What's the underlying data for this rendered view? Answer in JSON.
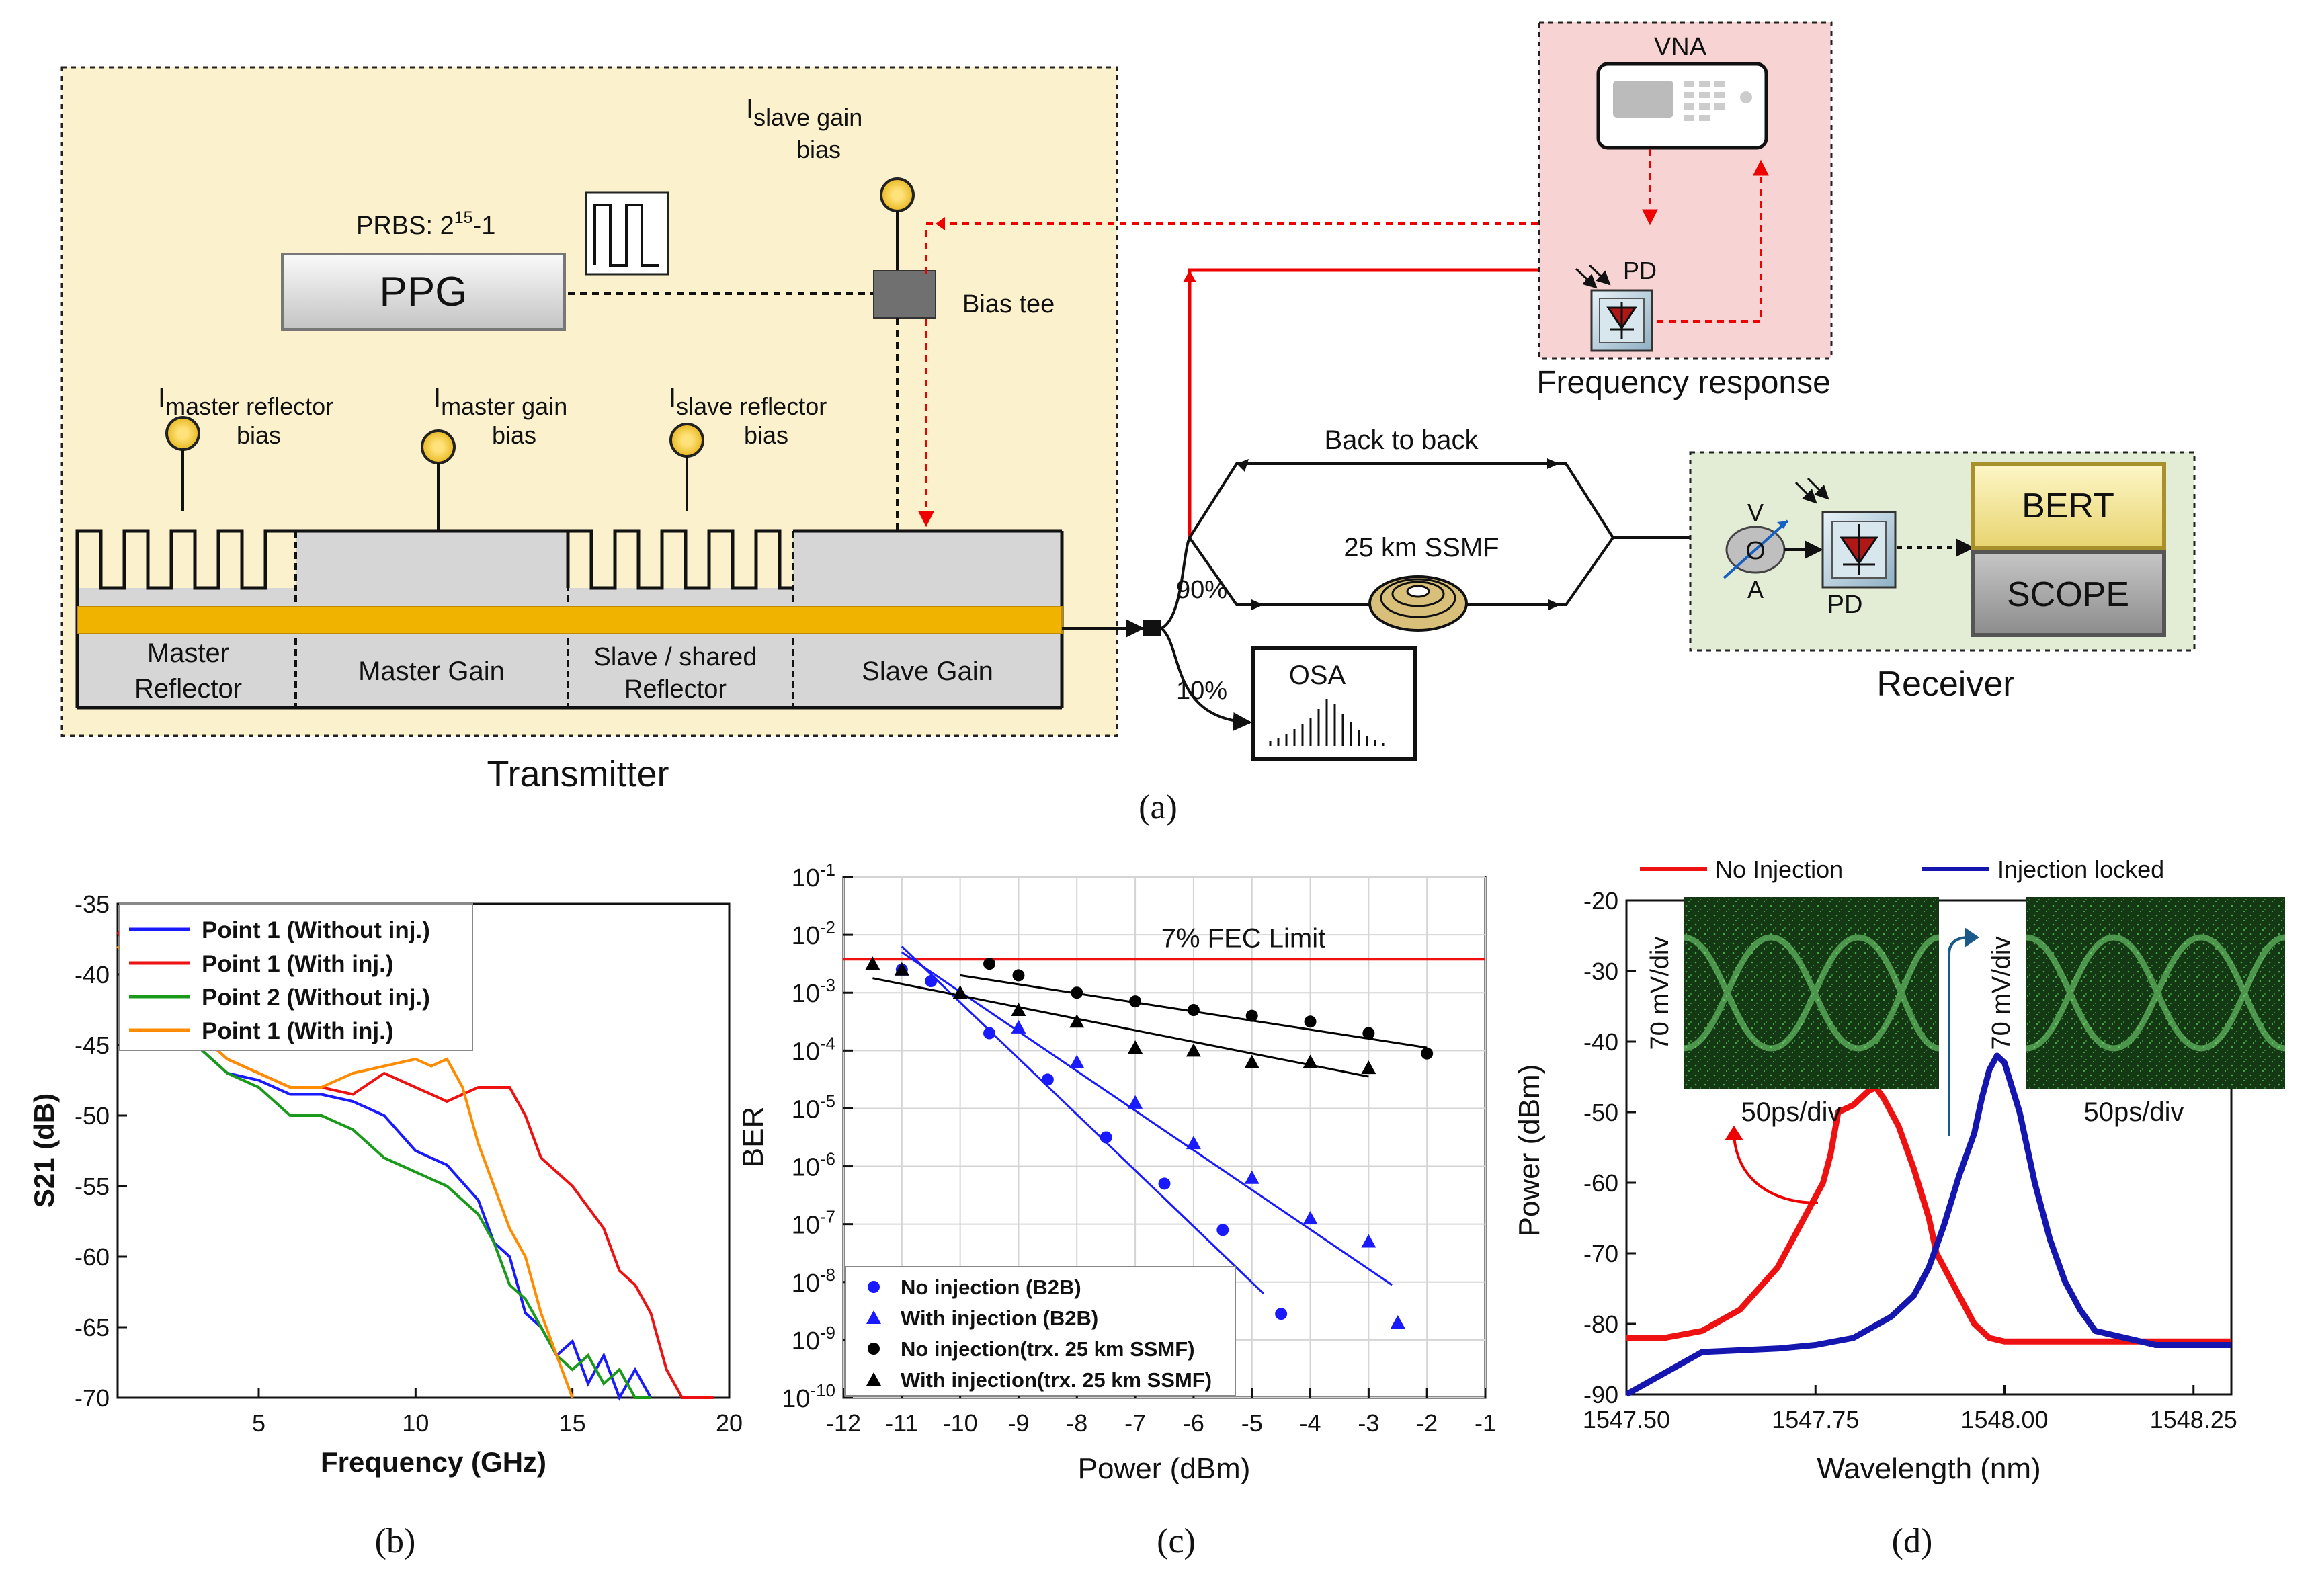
{
  "panel_a": {
    "caption": "(a)",
    "transmitter": {
      "title": "Transmitter",
      "prbs_label": "PRBS: 2",
      "prbs_exp": "15",
      "prbs_suffix": "-1",
      "ppg": "PPG",
      "bias_tee": "Bias tee",
      "i_slave_gain": {
        "main": "I",
        "sub": "slave gain",
        "line2": "bias"
      },
      "i_master_reflector": {
        "main": "I",
        "sub": "master reflector",
        "line2": "bias"
      },
      "i_master_gain": {
        "main": "I",
        "sub": "master gain",
        "line2": "bias"
      },
      "i_slave_reflector": {
        "main": "I",
        "sub": "slave reflector",
        "line2": "bias"
      },
      "sections": {
        "master_reflector": [
          "Master",
          "Reflector"
        ],
        "master_gain": "Master Gain",
        "slave_reflector": [
          "Slave / shared",
          "Reflector"
        ],
        "slave_gain": "Slave Gain"
      }
    },
    "freq_response": {
      "title": "Frequency response",
      "vna": "VNA",
      "pd": "PD"
    },
    "paths": {
      "b2b": "Back to back",
      "ssmf": "25 km SSMF",
      "p90": "90%",
      "p10": "10%",
      "osa": "OSA"
    },
    "receiver": {
      "title": "Receiver",
      "bert": "BERT",
      "scope": "SCOPE",
      "pd": "PD",
      "voa": [
        "V",
        "O",
        "A"
      ]
    }
  },
  "panel_b": {
    "caption": "(b)",
    "chart_data": {
      "type": "line",
      "xlabel": "Frequency (GHz)",
      "ylabel": "S21 (dB)",
      "xlim": [
        0.5,
        20
      ],
      "ylim": [
        -70,
        -35
      ],
      "xticks": [
        5,
        10,
        15,
        20
      ],
      "yticks": [
        -35,
        -40,
        -45,
        -50,
        -55,
        -60,
        -65,
        -70
      ],
      "legend_position": "top-left",
      "series": [
        {
          "name": "Point 1 (Without inj.)",
          "color": "#1a1aff",
          "x": [
            0.5,
            2,
            3,
            4,
            5,
            6,
            7,
            8,
            9,
            10,
            11,
            12,
            12.5,
            13,
            13.5,
            14,
            14.5,
            15,
            15.5,
            16,
            16.5,
            17,
            17.5
          ],
          "y": [
            -38,
            -42,
            -45,
            -47,
            -47.5,
            -48.5,
            -48.5,
            -49,
            -50,
            -52.5,
            -53.5,
            -56,
            -59,
            -60,
            -64,
            -65,
            -67,
            -66,
            -69,
            -67,
            -70,
            -68,
            -70
          ]
        },
        {
          "name": "Point 1 (With inj.)",
          "color": "#ee1111",
          "x": [
            0.5,
            2,
            3,
            4,
            5,
            6,
            7,
            8,
            9,
            10,
            10.5,
            11,
            11.5,
            12,
            12.5,
            13,
            13.5,
            14,
            15,
            16,
            16.5,
            17,
            17.5,
            18,
            18.5,
            19,
            19.5
          ],
          "y": [
            -37,
            -42,
            -44,
            -46,
            -47,
            -48,
            -48,
            -48.5,
            -47,
            -48,
            -48.5,
            -49,
            -48.5,
            -48,
            -48,
            -48,
            -50,
            -53,
            -55,
            -58,
            -61,
            -62,
            -64,
            -68,
            -70,
            -70,
            -70
          ]
        },
        {
          "name": "Point 2 (Without inj.)",
          "color": "#1a9a1a",
          "x": [
            0.5,
            2,
            3,
            4,
            5,
            6,
            7,
            8,
            9,
            10,
            11,
            11.5,
            12,
            12.5,
            13,
            13.5,
            14,
            14.5,
            15,
            15.5,
            16,
            16.5,
            17,
            17.5
          ],
          "y": [
            -38,
            -43,
            -45,
            -47,
            -48,
            -50,
            -50,
            -51,
            -53,
            -54,
            -55,
            -56,
            -57,
            -59,
            -62,
            -63,
            -65,
            -67,
            -68,
            -67,
            -69,
            -68,
            -70,
            -70
          ]
        },
        {
          "name": "Point 1 (With inj.)",
          "color": "#ff8c00",
          "x": [
            0.5,
            2,
            3,
            4,
            5,
            6,
            7,
            8,
            9,
            10,
            10.5,
            11,
            11.5,
            12,
            12.5,
            13,
            13.5,
            14,
            14.5,
            15
          ],
          "y": [
            -38,
            -42,
            -44,
            -46,
            -47,
            -48,
            -48,
            -47,
            -46.5,
            -46,
            -46.5,
            -46,
            -48,
            -52,
            -55,
            -58,
            -60,
            -64,
            -67,
            -70
          ]
        }
      ]
    }
  },
  "panel_c": {
    "caption": "(c)",
    "chart_data": {
      "type": "scatter",
      "xlabel": "Power (dBm)",
      "ylabel": "BER",
      "xlim": [
        -12,
        -1
      ],
      "ylim_log10": [
        -10,
        -1
      ],
      "xticks": [
        -12,
        -11,
        -10,
        -9,
        -8,
        -7,
        -6,
        -5,
        -4,
        -3,
        -2,
        -1
      ],
      "yticks_base": "10",
      "yticks_exp": [
        "-1",
        "-2",
        "-3",
        "-4",
        "-5",
        "-6",
        "-7",
        "-8",
        "-9",
        "-10"
      ],
      "fec_limit": {
        "label": "7% FEC Limit",
        "log10_ber": -2.42,
        "color": "#ee1111"
      },
      "legend_position": "bottom-left",
      "series": [
        {
          "name": "No injection (B2B)",
          "marker": "circle",
          "color": "#1a1aff",
          "x": [
            -11,
            -10.5,
            -9.5,
            -8.5,
            -7.5,
            -6.5,
            -5.5,
            -4.5
          ],
          "log10_y": [
            -2.6,
            -2.8,
            -3.7,
            -4.5,
            -5.5,
            -6.3,
            -7.1,
            -8.55
          ],
          "fit": [
            [
              -11,
              -2.2
            ],
            [
              -4.8,
              -8.2
            ]
          ]
        },
        {
          "name": "With injection (B2B)",
          "marker": "triangle",
          "color": "#1a1aff",
          "x": [
            -11,
            -10,
            -9,
            -8,
            -7,
            -6,
            -5,
            -4,
            -3,
            -2.5
          ],
          "log10_y": [
            -2.6,
            -3.0,
            -3.6,
            -4.2,
            -4.9,
            -5.6,
            -6.2,
            -6.9,
            -7.3,
            -8.7
          ],
          "fit": [
            [
              -11,
              -2.3
            ],
            [
              -2.6,
              -8.05
            ]
          ]
        },
        {
          "name": "No injection(trx. 25 km SSMF)",
          "marker": "circle",
          "color": "#000000",
          "x": [
            -9.5,
            -9,
            -8,
            -7,
            -6,
            -5,
            -4,
            -3,
            -2
          ],
          "log10_y": [
            -2.5,
            -2.7,
            -3.0,
            -3.15,
            -3.3,
            -3.4,
            -3.5,
            -3.7,
            -4.05
          ],
          "fit": [
            [
              -10,
              -2.7
            ],
            [
              -2,
              -3.95
            ]
          ]
        },
        {
          "name": "With injection(trx. 25 km SSMF)",
          "marker": "triangle",
          "color": "#000000",
          "x": [
            -11.5,
            -11,
            -10,
            -9,
            -8,
            -7,
            -6,
            -5,
            -4,
            -3
          ],
          "log10_y": [
            -2.5,
            -2.6,
            -3.0,
            -3.3,
            -3.5,
            -3.95,
            -4.0,
            -4.2,
            -4.2,
            -4.3
          ],
          "fit": [
            [
              -11.5,
              -2.75
            ],
            [
              -3,
              -4.45
            ]
          ]
        }
      ]
    }
  },
  "panel_d": {
    "caption": "(d)",
    "eye_labels": {
      "vdiv": "70 mV/div",
      "tdiv": "50ps/div"
    },
    "chart_data": {
      "type": "line",
      "xlabel": "Wavelength (nm)",
      "ylabel": "Power (dBm)",
      "xlim": [
        1547.5,
        1548.3
      ],
      "ylim": [
        -90,
        -20
      ],
      "xticks": [
        "1547.50",
        "1547.75",
        "1548.00",
        "1548.25"
      ],
      "xtick_values": [
        1547.5,
        1547.75,
        1548.0,
        1548.25
      ],
      "yticks": [
        -20,
        -30,
        -40,
        -50,
        -60,
        -70,
        -80,
        -90
      ],
      "legend_position": "top",
      "series": [
        {
          "name": "No Injection",
          "color": "#ee1111",
          "x": [
            1547.5,
            1547.55,
            1547.6,
            1547.65,
            1547.7,
            1547.73,
            1547.75,
            1547.76,
            1547.77,
            1547.78,
            1547.8,
            1547.82,
            1547.83,
            1547.84,
            1547.86,
            1547.88,
            1547.9,
            1547.91,
            1547.92,
            1547.94,
            1547.96,
            1547.98,
            1548.0,
            1548.1,
            1548.3
          ],
          "y": [
            -82,
            -82,
            -81,
            -78,
            -72,
            -66,
            -62,
            -60,
            -56,
            -50,
            -49,
            -47,
            -46.5,
            -48,
            -52,
            -58,
            -65,
            -70,
            -72,
            -76,
            -80,
            -82,
            -82.5,
            -82.5,
            -82.5
          ]
        },
        {
          "name": "Injection locked",
          "color": "#1515b0",
          "x": [
            1547.5,
            1547.6,
            1547.7,
            1547.75,
            1547.8,
            1547.85,
            1547.88,
            1547.9,
            1547.92,
            1547.94,
            1547.96,
            1547.97,
            1547.98,
            1547.99,
            1548.0,
            1548.02,
            1548.04,
            1548.06,
            1548.08,
            1548.1,
            1548.12,
            1548.2,
            1548.3
          ],
          "y": [
            -90,
            -84,
            -83.5,
            -83,
            -82,
            -79,
            -76,
            -72,
            -66,
            -59,
            -53,
            -48,
            -44,
            -42,
            -43,
            -50,
            -60,
            -68,
            -74,
            -78,
            -81,
            -83,
            -83
          ]
        }
      ]
    }
  }
}
